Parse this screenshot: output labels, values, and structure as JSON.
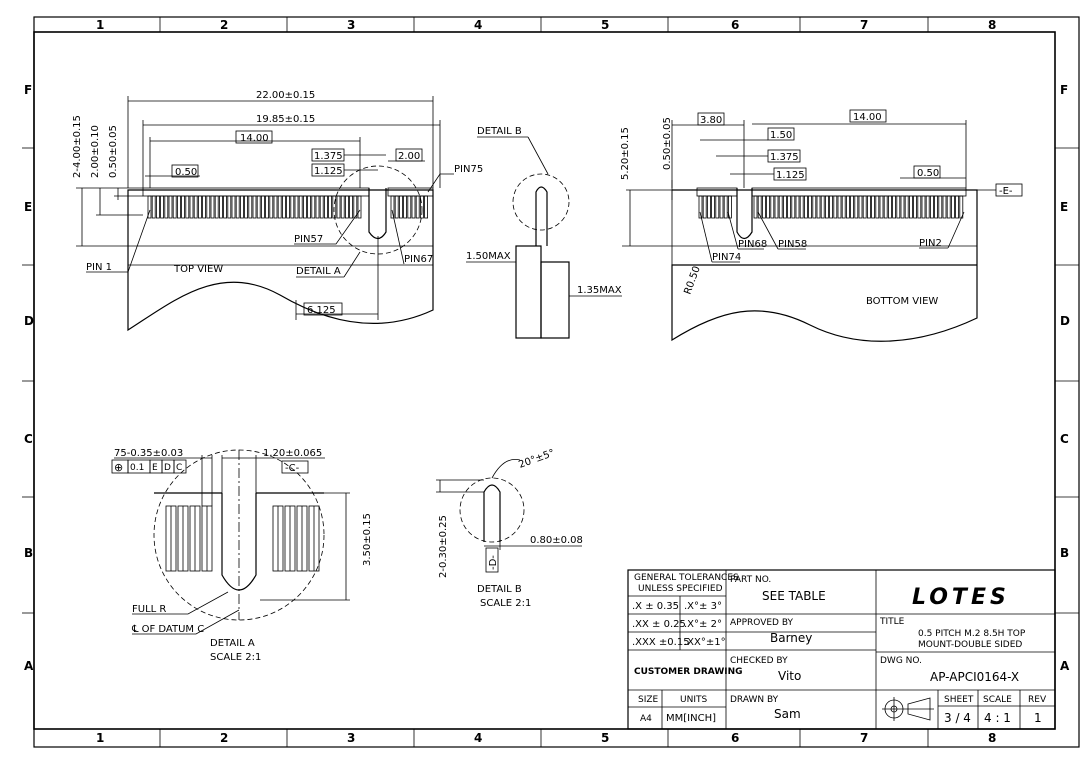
{
  "border": {
    "columns": [
      "1",
      "2",
      "3",
      "4",
      "5",
      "6",
      "7",
      "8"
    ],
    "rows": [
      "F",
      "E",
      "D",
      "C",
      "B",
      "A"
    ]
  },
  "top_view": {
    "label": "TOP VIEW",
    "dim_overall": "22.00±0.15",
    "dim_body": "19.85±0.15",
    "dim_pins": "14.00",
    "dim_pitch": "0.50",
    "dim_1375": "1.375",
    "dim_1125": "1.125",
    "dim_200": "2.00",
    "dim_6125": "6.125",
    "dim_v1": "2-4.00±0.15",
    "dim_v2": "2.00±0.10",
    "dim_v3": "0.50±0.05",
    "pin1": "PIN 1",
    "pin57": "PIN57",
    "pin67": "PIN67",
    "pin75": "PIN75",
    "detail_a": "DETAIL A"
  },
  "side_view": {
    "detail_b": "DETAIL B",
    "max150": "1.50MAX",
    "max135": "1.35MAX"
  },
  "bottom_view": {
    "label": "BOTTOM VIEW",
    "dim_380": "3.80",
    "dim_1400": "14.00",
    "dim_150": "1.50",
    "dim_1375": "1.375",
    "dim_1125": "1.125",
    "dim_050": "0.50",
    "dim_v1": "5.20±0.15",
    "dim_v2": "0.50±0.05",
    "datum_e": "-E-",
    "r050": "R0.50",
    "pin68": "PIN68",
    "pin58": "PIN58",
    "pin74": "PIN74",
    "pin2": "PIN2"
  },
  "detail_a": {
    "dim_pin": "75-0.35±0.03",
    "fcf_symbol": "⊕",
    "fcf_tol": "0.1",
    "fcf_e": "E",
    "fcf_d": "D",
    "fcf_c": "C",
    "dim_width": "1.20±0.065",
    "datum_c": "-C-",
    "dim_height": "3.50±0.15",
    "full_r": "FULL R",
    "centerline": "℄ OF DATUM C",
    "caption": "DETAIL A",
    "scale": "SCALE 2:1"
  },
  "detail_b": {
    "angle": "20°±5°",
    "dim_v": "2-0.30±0.25",
    "datum_d": "-D-",
    "dim_h": "0.80±0.08",
    "caption": "DETAIL B",
    "scale": "SCALE 2:1"
  },
  "title_block": {
    "gen_tol_1": "GENERAL TOLERANCES",
    "gen_tol_2": "UNLESS SPECIFIED",
    "tol_x": ".X ± 0.35",
    "tol_xa": ".X°± 3°",
    "tol_xx": ".XX ± 0.25",
    "tol_xxa": ".X°± 2°",
    "tol_xxx": ".XXX ±0.15",
    "tol_xxxa": ".XX°±1°",
    "customer": "CUSTOMER DRAWING",
    "size_h": "SIZE",
    "size_v": "A4",
    "units_h": "UNITS",
    "units_v": "MM[INCH]",
    "part_h": "PART NO.",
    "part_v": "SEE TABLE",
    "appr_h": "APPROVED BY",
    "appr_v": "Barney",
    "chk_h": "CHECKED BY",
    "chk_v": "Vito",
    "drawn_h": "DRAWN BY",
    "drawn_v": "Sam",
    "logo": "LOTES",
    "title_h": "TITLE",
    "title_1": "0.5 PITCH M.2 8.5H TOP",
    "title_2": "MOUNT-DOUBLE SIDED",
    "dwg_h": "DWG NO.",
    "dwg_v": "AP-APCI0164-X",
    "sheet_h": "SHEET",
    "sheet_v": "3 / 4",
    "scale_h": "SCALE",
    "scale_v": "4 : 1",
    "rev_h": "REV",
    "rev_v": "1"
  }
}
